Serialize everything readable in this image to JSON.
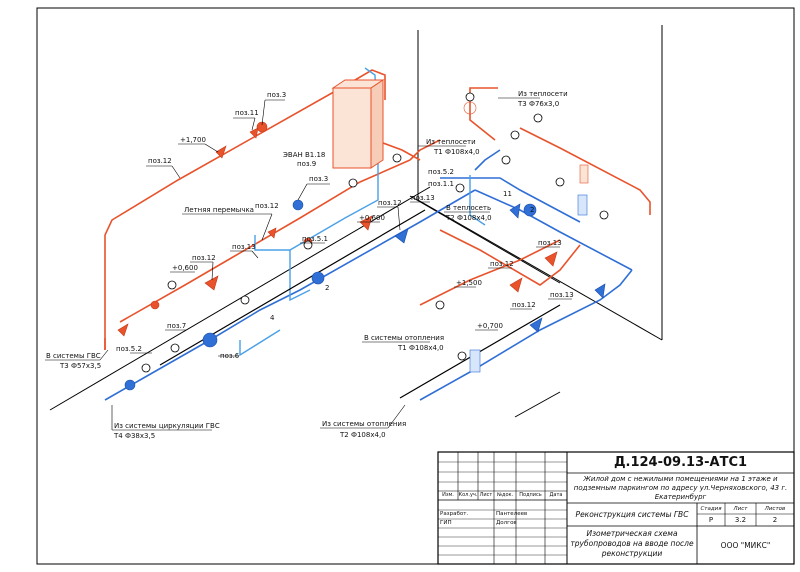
{
  "colors": {
    "hot": "#e8532c",
    "hot_valve": "#e02a2a",
    "cold": "#2f6fd6",
    "cold_light": "#4aa0e8",
    "line": "#000000"
  },
  "labels": {
    "poz3_top": "поз.3",
    "poz11_top": "поз.11",
    "elev_1700": "+1,700",
    "poz12_left": "поз.12",
    "evan": "ЭВАН В1.18",
    "poz9": "поз.9",
    "poz3_mid": "поз.3",
    "summer_bypass": "Летняя перемычка",
    "poz12_mid": "поз.12",
    "poz13_left": "поз.13",
    "poz12_c": "поз.12",
    "elev_0600a": "+0,600",
    "elev_0600b": "+0,600",
    "poz13_mid": "поз.13",
    "poz12_center": "поз.12",
    "poz51_a": "поз.5.1",
    "poz52_a": "поз.5.2",
    "poz11_a": "поз.1.1",
    "poz2_a": "2",
    "poz4": "4",
    "poz7": "поз.7",
    "poz52_b": "поз.5.2",
    "poz6": "поз.6",
    "to_gvs": "В системы ГВС",
    "to_gvs_pipe": "Т3 Ф57х3,5",
    "from_circ": "Из системы циркуляции ГВС",
    "from_circ_pipe": "Т4 Ф38х3,5",
    "from_heat_t1": "Из теплосети",
    "from_heat_t1_pipe": "Т1 Ф108х4,0",
    "from_heat_t3": "Из теплосети",
    "from_heat_t3_pipe": "Т3 Ф76х3,0",
    "to_heat_t2": "В теплосеть",
    "to_heat_t2_pipe": "Т2 Ф108х4,0",
    "num_11": "11",
    "num_2b": "2",
    "poz13_right": "поз.13",
    "poz12_right": "поз.12",
    "elev_1500": "+1,500",
    "poz12_low": "поз.12",
    "poz13_low": "поз.13",
    "elev_0700": "+0,700",
    "to_heating": "В системы отопления",
    "to_heating_pipe": "Т1 Ф108х4,0",
    "from_heating": "Из системы отопления",
    "from_heating_pipe": "Т2 Ф108х4,0"
  },
  "title_block": {
    "doc_code": "Д.124-09.13-АТС1",
    "object": "Жилой дом с нежилыми помещениями на 1 этаже и подземным паркингом по адресу ул.Черняховского, 43  г. Екатеринбург",
    "section": "Реконструкция системы ГВС",
    "drawing": "Изометрическая схема трубопроводов на вводе после реконструкции",
    "org": "ООО \"МИКС\"",
    "col_izm": "Изм.",
    "col_koluch": "Кол.уч.",
    "col_list": "Лист",
    "col_ndok": "№док.",
    "col_podpis": "Подпись",
    "col_data": "Дата",
    "role_dev": "Разработ.",
    "name_dev": "Пантелеев",
    "role_gip": "ГИП",
    "name_gip": "Долгов",
    "h_stage": "Стадия",
    "h_sheet": "Лист",
    "h_sheets": "Листов",
    "stage": "Р",
    "sheet": "3.2",
    "sheets": "2"
  }
}
